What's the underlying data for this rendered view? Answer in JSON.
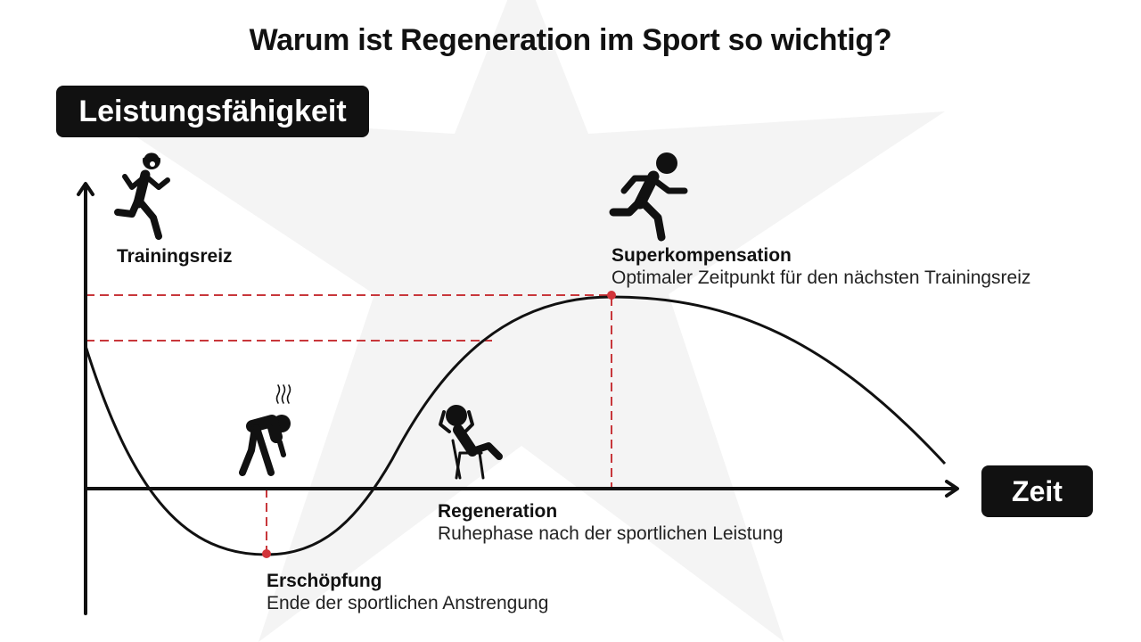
{
  "title": "Warum ist Regeneration im Sport so wichtig?",
  "y_axis_label": "Leistungsfähigkeit",
  "x_axis_label": "Zeit",
  "labels": {
    "trainingsreiz": {
      "heading": "Trainingsreiz"
    },
    "superkompensation": {
      "heading": "Superkompensation",
      "description": "Optimaler Zeitpunkt für den nächsten Trainingsreiz"
    },
    "regeneration": {
      "heading": "Regeneration",
      "description": "Ruhephase nach der sportlichen Leistung"
    },
    "erschoepfung": {
      "heading": "Erschöpfung",
      "description": "Ende der sportlichen Anstrengung"
    }
  },
  "icons": [
    "running-person-with-headphones-icon",
    "sprinting-person-icon",
    "exhausted-person-icon",
    "resting-person-in-chair-icon"
  ],
  "colors": {
    "curve": "#111111",
    "guide_lines": "#c8373b",
    "markers": "#d2343a",
    "pill_background": "#111111",
    "pill_text": "#ffffff",
    "watermark": "#f4f4f4"
  }
}
